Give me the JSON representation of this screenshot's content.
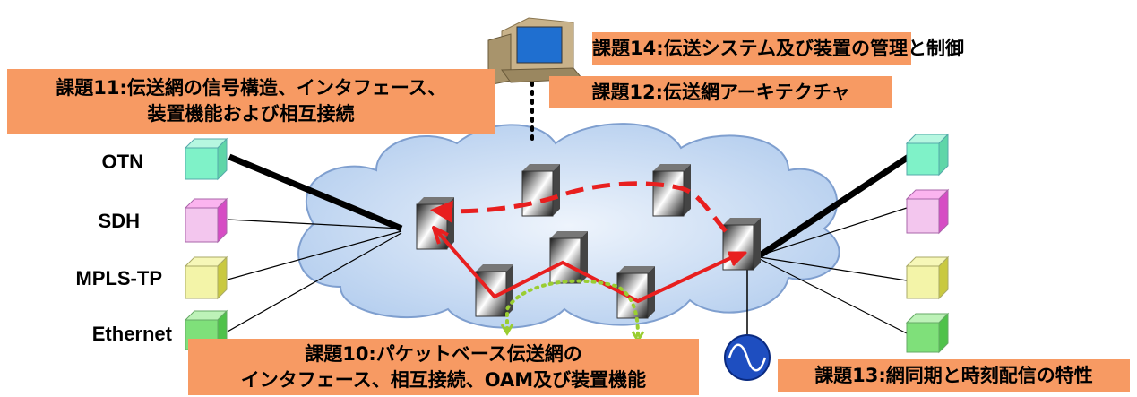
{
  "labels": {
    "otn": "OTN",
    "sdh": "SDH",
    "mpls": "MPLS-TP",
    "ethernet": "Ethernet"
  },
  "boxes": {
    "q11_line1": "課題11:伝送網の信号構造、インタフェース、",
    "q11_line2": "装置機能および相互接続",
    "q14": "課題14:伝送システム及び装置の管理と制御",
    "q12": "課題12:伝送網アーキテクチャ",
    "q10_line1": "課題10:パケットベース伝送網の",
    "q10_line2": "インタフェース、相互接続、OAM及び装置機能",
    "q13": "課題13:網同期と時刻配信の特性"
  },
  "colors": {
    "box_fill": "#f79a63",
    "cloud_fill": "#c9dcf4",
    "cloud_stroke": "#7f9fcf",
    "path_red": "#e81f1f",
    "oam_green": "#9acd32",
    "otn": "#7ff2c8",
    "sdh": "#f07ce0",
    "mpls": "#eef07a",
    "ethernet": "#7fe07a"
  },
  "icons": [
    "computer-icon",
    "clock-source-icon",
    "network-node-icon"
  ]
}
